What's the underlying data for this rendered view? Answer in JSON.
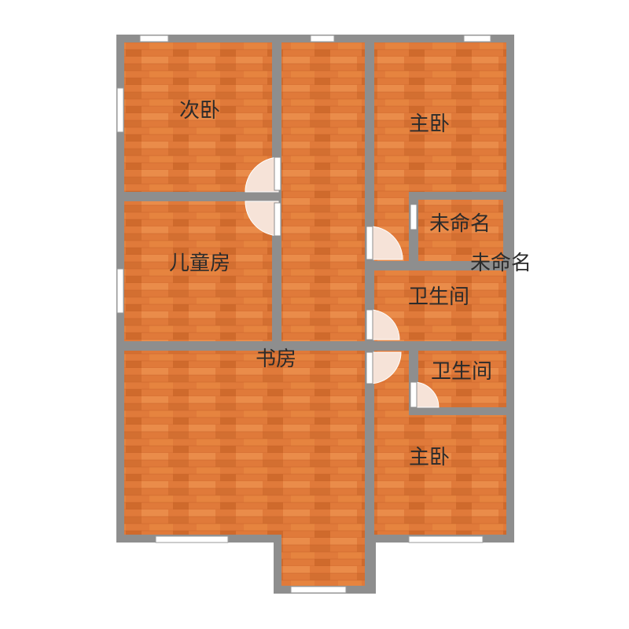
{
  "floorplan": {
    "rooms": [
      {
        "id": "secondary-bedroom",
        "label": "次卧"
      },
      {
        "id": "master-bedroom-top",
        "label": "主卧"
      },
      {
        "id": "unnamed-small",
        "label": "未命名"
      },
      {
        "id": "unnamed-outside",
        "label": "未命名"
      },
      {
        "id": "childrens-room",
        "label": "儿童房"
      },
      {
        "id": "bathroom-top",
        "label": "卫生间"
      },
      {
        "id": "study",
        "label": "书房"
      },
      {
        "id": "bathroom-bottom",
        "label": "卫生间"
      },
      {
        "id": "master-bedroom-bottom",
        "label": "主卧"
      }
    ]
  },
  "colors": {
    "wall": "#8e8e8e",
    "floor": "#e07a3a",
    "floor_plank_light": "#ea8c4a",
    "floor_plank_dark": "#cf6a2c",
    "window": "#ffffff",
    "door_swing": "#f6e3d8",
    "label": "#2b2b2b",
    "background": "#ffffff"
  }
}
